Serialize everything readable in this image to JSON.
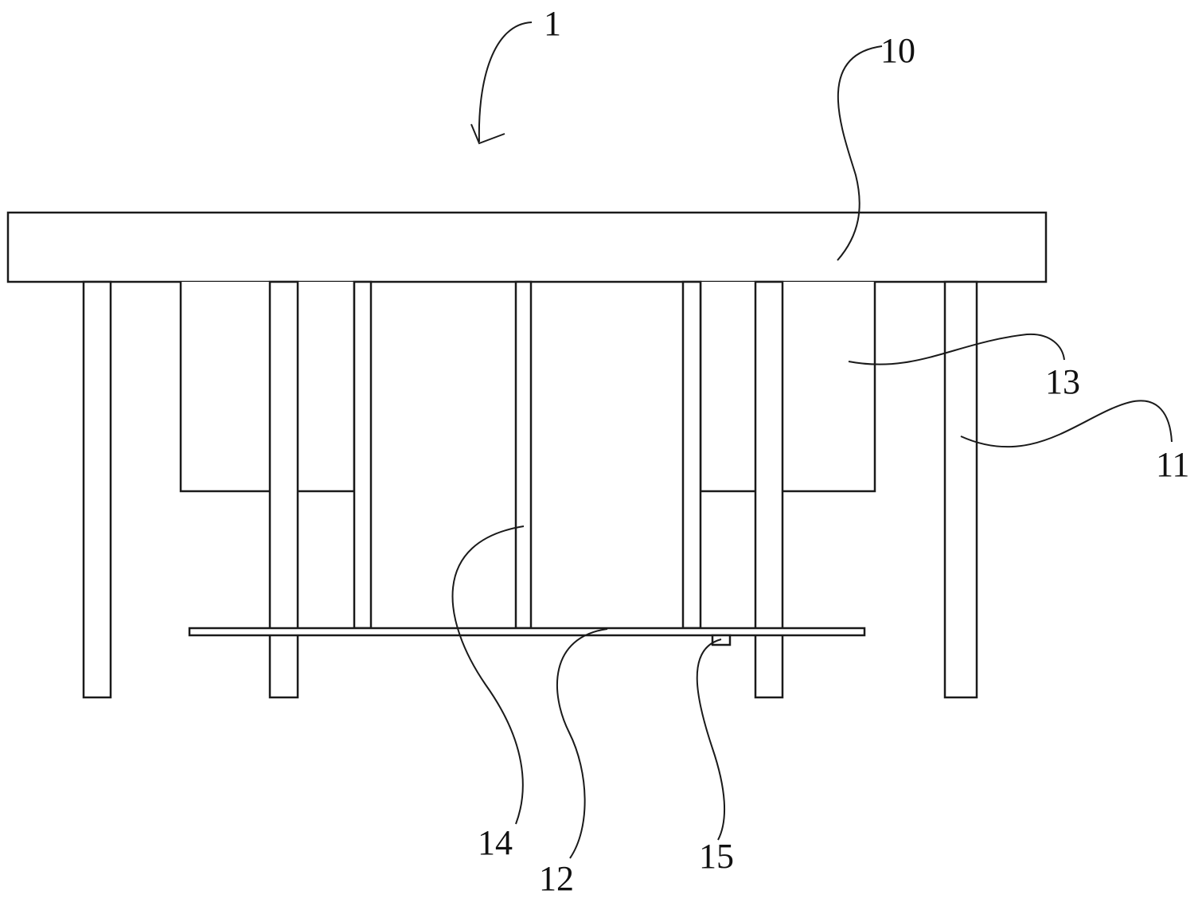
{
  "labels": {
    "assembly": "1",
    "top_plate": "10",
    "outer_leg": "11",
    "bottom_plate": "12",
    "side_block": "13",
    "center_rod": "14",
    "small_part": "15"
  },
  "colors": {
    "line": "#1a1a1a",
    "background": "#ffffff"
  }
}
